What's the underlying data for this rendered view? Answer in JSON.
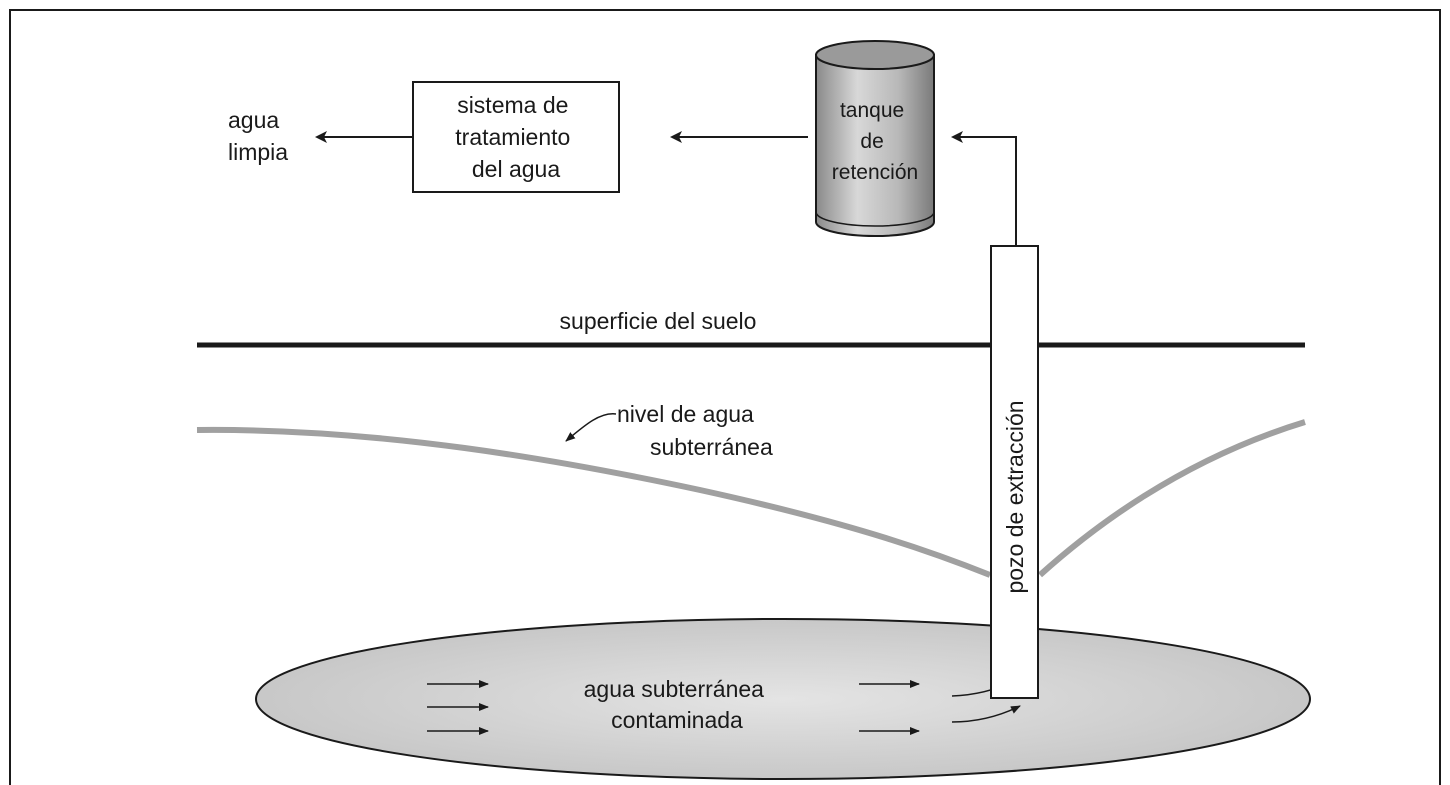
{
  "diagram": {
    "clean_water": [
      "agua",
      "limpia"
    ],
    "treatment_system": [
      "sistema de",
      "tratamiento",
      "del agua"
    ],
    "holding_tank": [
      "tanque",
      "de",
      "retención"
    ],
    "ground_surface": "superficie del suelo",
    "water_table": [
      "nivel de agua",
      "subterránea"
    ],
    "extraction_well": "pozo de extracción",
    "contaminated_water": [
      "agua subterránea",
      "contaminada"
    ]
  }
}
